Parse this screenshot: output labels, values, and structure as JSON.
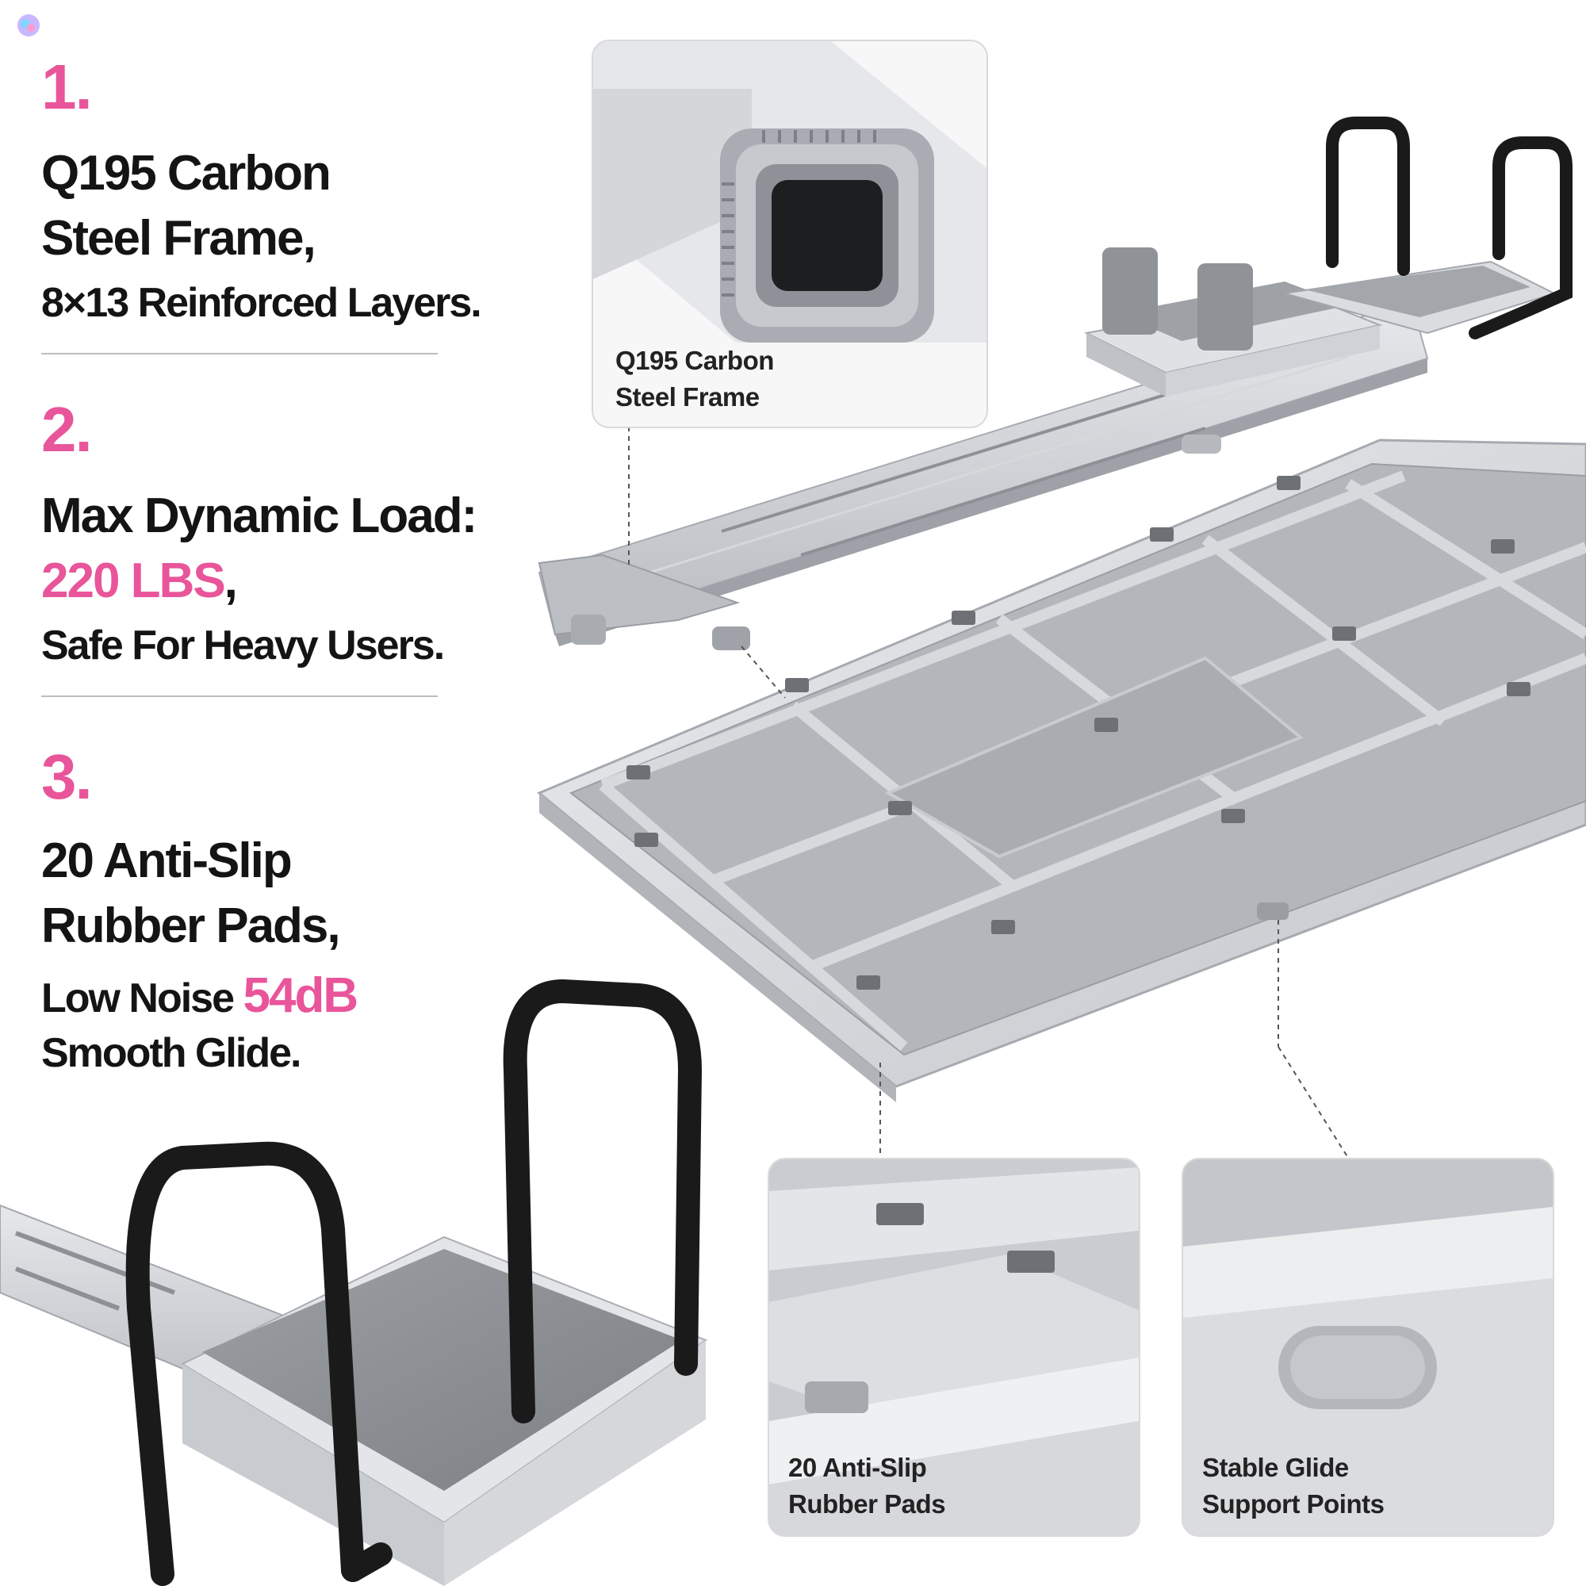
{
  "features": [
    {
      "number": "1.",
      "line1": "Q195 Carbon",
      "line2": "Steel Frame,",
      "line3": "8×13 Reinforced Layers."
    },
    {
      "number": "2.",
      "line1": "Max Dynamic Load:",
      "load_value": "220 LBS",
      "load_suffix": ",",
      "line3": "Safe For Heavy Users."
    },
    {
      "number": "3.",
      "line1": "20 Anti-Slip",
      "line2": "Rubber Pads,",
      "noise_prefix": "Low Noise ",
      "noise_value": "54dB",
      "line4": "Smooth Glide."
    }
  ],
  "callouts": {
    "frame": {
      "line1": "Q195 Carbon",
      "line2": "Steel Frame"
    },
    "pads": {
      "line1": "20 Anti-Slip",
      "line2": "Rubber Pads"
    },
    "glide": {
      "line1": "Stable Glide",
      "line2": "Support Points"
    }
  },
  "colors": {
    "accent_pink": "#e9559a",
    "text_dark": "#141414",
    "frame_grey": "#c7c9cd",
    "handle_black": "#1a1a1a"
  },
  "icons": [
    "brand-logo-icon"
  ]
}
